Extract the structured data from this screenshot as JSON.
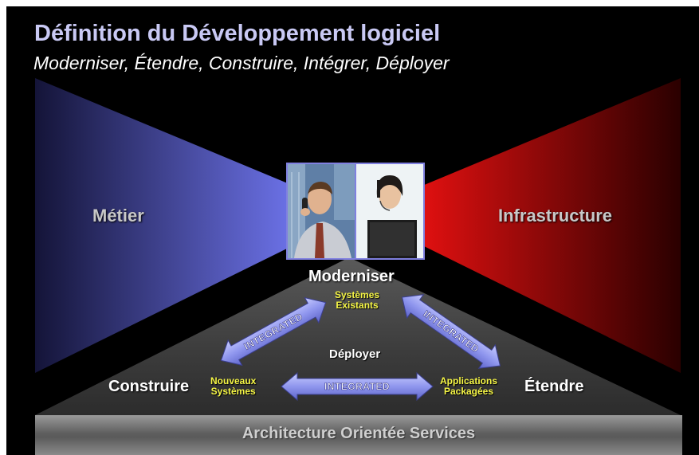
{
  "title": "Définition du Développement logiciel",
  "subtitle": "Moderniser, Étendre, Construire, Intégrer, Déployer",
  "left_panel_label": "Métier",
  "right_panel_label": "Infrastructure",
  "photo_icon": "business-people-photo-icon",
  "top_vertex": {
    "label": "Moderniser",
    "sublabel_line1": "Systèmes",
    "sublabel_line2": "Existants"
  },
  "left_vertex": {
    "label": "Construire",
    "sublabel_line1": "Nouveaux",
    "sublabel_line2": "Systèmes"
  },
  "right_vertex": {
    "label": "Étendre",
    "sublabel_line1": "Applications",
    "sublabel_line2": "Packagées"
  },
  "center_label": "Déployer",
  "arrows": {
    "left_label": "INTEGRATED",
    "right_label": "INTEGRATED",
    "bottom_label": "INTEGRATED"
  },
  "footer": "Architecture Orientée Services",
  "colors": {
    "left_gradient": "#6c72e8",
    "right_gradient": "#e01010",
    "arrow_fill": "#9ea4f2",
    "highlight_text": "#f5f545"
  }
}
